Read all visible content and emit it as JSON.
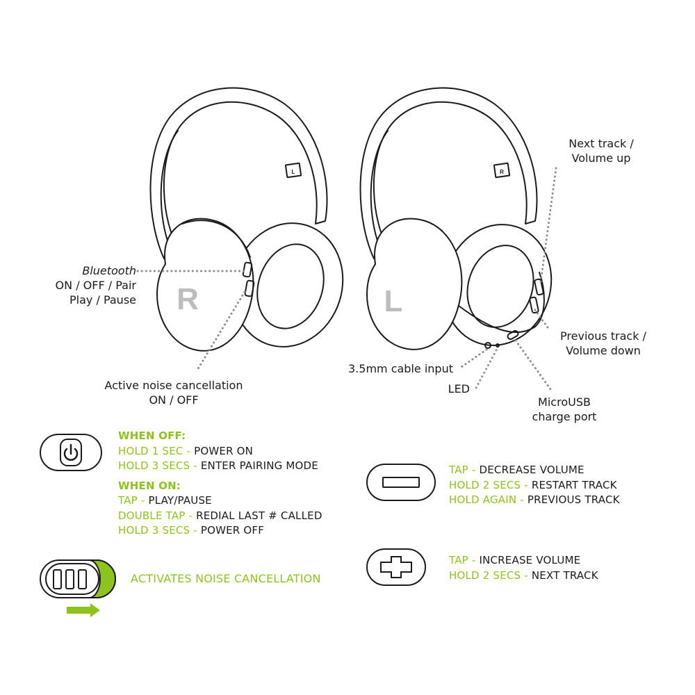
{
  "colors": {
    "accent": "#8dc21f",
    "line": "#1a1a1a",
    "dots": "#8a8a8a",
    "letter": "#bdbdbd"
  },
  "headphones": {
    "right": {
      "side_letter": "R",
      "band_tag": "L"
    },
    "left": {
      "side_letter": "L",
      "band_tag": "R"
    }
  },
  "callouts": {
    "bluetooth": {
      "line1": "Bluetooth",
      "line2": "ON / OFF / Pair",
      "line3": "Play / Pause"
    },
    "anc": {
      "line1": "Active noise cancellation",
      "line2": "ON / OFF"
    },
    "next": {
      "line1": "Next track /",
      "line2": "Volume up"
    },
    "prev": {
      "line1": "Previous track /",
      "line2": "Volume down"
    },
    "cable": {
      "line1": "3.5mm cable input"
    },
    "led": {
      "line1": "LED"
    },
    "usb": {
      "line1": "MicroUSB",
      "line2": "charge port"
    }
  },
  "power": {
    "icon": "power-icon",
    "when_off": {
      "heading": "WHEN OFF:",
      "rows": [
        {
          "action": "HOLD 1 SEC",
          "sep": " - ",
          "result": "POWER ON"
        },
        {
          "action": "HOLD 3 SECS",
          "sep": " - ",
          "result": "ENTER PAIRING MODE"
        }
      ]
    },
    "when_on": {
      "heading": "WHEN ON:",
      "rows": [
        {
          "action": "TAP",
          "sep": " - ",
          "result": "PLAY/PAUSE"
        },
        {
          "action": "DOUBLE TAP",
          "sep": " - ",
          "result": "REDIAL LAST # CALLED"
        },
        {
          "action": "HOLD 3 SECS",
          "sep": " - ",
          "result": "POWER OFF"
        }
      ]
    }
  },
  "minus": {
    "icon": "minus-icon",
    "rows": [
      {
        "action": "TAP",
        "sep": " - ",
        "result": "DECREASE VOLUME"
      },
      {
        "action": "HOLD 2 SECS",
        "sep": " - ",
        "result": "RESTART TRACK"
      },
      {
        "action": "HOLD AGAIN",
        "sep": " - ",
        "result": "PREVIOUS TRACK"
      }
    ]
  },
  "plus": {
    "icon": "plus-icon",
    "rows": [
      {
        "action": "TAP",
        "sep": " - ",
        "result": "INCREASE VOLUME"
      },
      {
        "action": "HOLD 2 SECS",
        "sep": " - ",
        "result": "NEXT TRACK"
      }
    ]
  },
  "anc_switch": {
    "icon": "anc-switch-icon",
    "text": "ACTIVATES NOISE CANCELLATION"
  }
}
